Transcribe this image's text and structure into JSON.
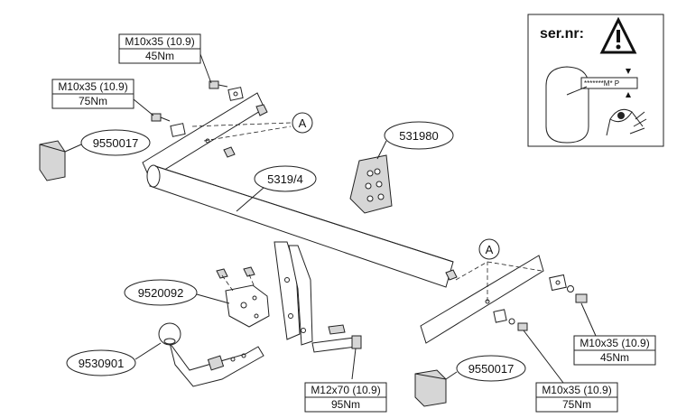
{
  "serial_box": {
    "title": "ser.nr:",
    "plate_text": "*******M* P"
  },
  "parts": {
    "bumper_label_top": "9550017",
    "bumper_label_bottom": "9550017",
    "side_plate": "531980",
    "crossbar": "5319/4",
    "socket_plate": "9520092",
    "ball": "9530901"
  },
  "callouts": {
    "a_top": "A",
    "a_right": "A"
  },
  "specs": {
    "top_center": {
      "bolt": "M10x35 (10.9)",
      "torque": "45Nm"
    },
    "top_left": {
      "bolt": "M10x35 (10.9)",
      "torque": "75Nm"
    },
    "right_upper": {
      "bolt": "M10x35 (10.9)",
      "torque": "45Nm"
    },
    "right_lower": {
      "bolt": "M10x35 (10.9)",
      "torque": "75Nm"
    },
    "bottom_center": {
      "bolt": "M12x70 (10.9)",
      "torque": "95Nm"
    }
  }
}
